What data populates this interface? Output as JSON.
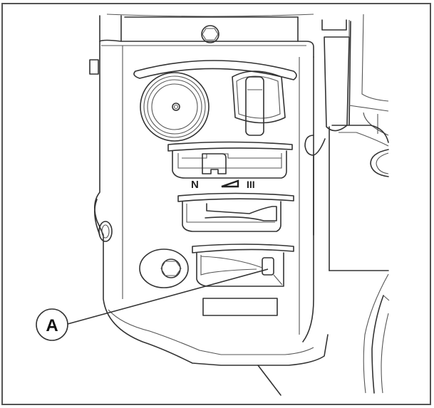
{
  "diagram": {
    "subject": "control panel line drawing",
    "callouts": [
      {
        "id": "A",
        "label": "A"
      }
    ],
    "mode_labels": {
      "left": "N",
      "middle": "◢",
      "right": "III"
    },
    "colors": {
      "line": "#333333",
      "background": "#ffffff",
      "frame": "#555555"
    }
  }
}
